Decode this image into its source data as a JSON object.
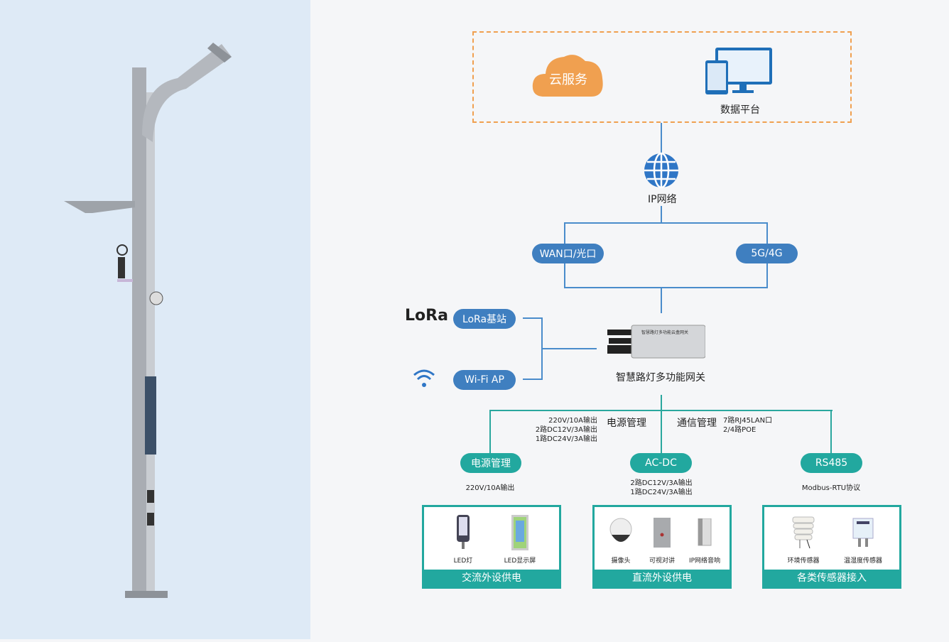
{
  "cloud": {
    "label": "云服务"
  },
  "platform": {
    "label": "数据平台"
  },
  "network": {
    "label": "IP网络"
  },
  "uplinks": [
    "WAN口/光口",
    "5G/4G"
  ],
  "wireless": {
    "lora_logo": "LoRa",
    "lora": "LoRa基站",
    "wifi": "Wi-Fi AP"
  },
  "gateway": {
    "label": "智慧路灯多功能网关",
    "plate_title": "智慧路灯多功能云盒网关"
  },
  "power_mgmt": {
    "title": "电源管理",
    "specs": [
      "220V/10A输出",
      "2路DC12V/3A输出",
      "1路DC24V/3A输出"
    ]
  },
  "comm_mgmt": {
    "title": "通信管理",
    "specs": [
      "7路RJ45LAN口",
      "2/4路POE"
    ]
  },
  "branches": [
    {
      "pill": "电源管理",
      "desc": [
        "220V/10A输出"
      ],
      "items": [
        "LED灯",
        "LED显示屏"
      ],
      "footer": "交流外设供电"
    },
    {
      "pill": "AC-DC",
      "desc": [
        "2路DC12V/3A输出",
        "1路DC24V/3A输出"
      ],
      "items": [
        "摄像头",
        "可视对讲",
        "IP网络音响"
      ],
      "footer": "直流外设供电"
    },
    {
      "pill": "RS485",
      "desc": [
        "Modbus-RTU协议"
      ],
      "items": [
        "环境传感器",
        "温湿度传感器"
      ],
      "footer": "各类传感器接入"
    }
  ],
  "colors": {
    "blue": "#3f7fc0",
    "teal": "#22a89f",
    "orange": "#f0a050",
    "left_bg": "#deeaf6"
  }
}
